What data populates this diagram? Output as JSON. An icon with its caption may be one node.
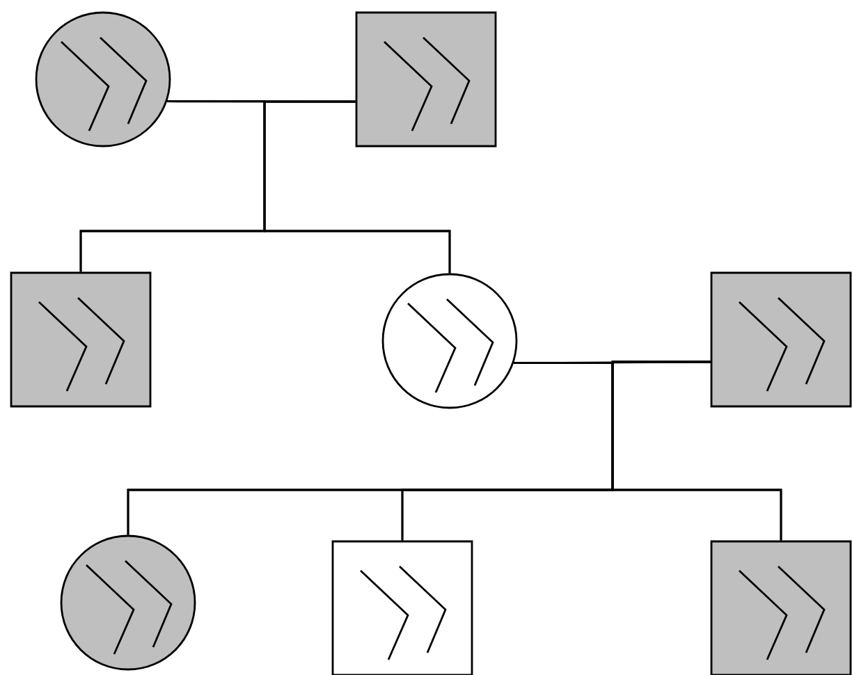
{
  "diagram": {
    "nodes": [
      {
        "text": [],
        "shape": "circle"
      },
      {
        "text": [],
        "shape": "box"
      },
      {
        "text": [],
        "shape": "box"
      },
      {
        "text": [],
        "shape": "circle"
      },
      {
        "text": [],
        "shape": "box"
      },
      {
        "text": [],
        "shape": "circle"
      },
      {
        "text": [],
        "shape": "box"
      },
      {
        "text": [],
        "shape": "box"
      }
    ],
    "edges": [
      {
        "from": 0,
        "to": 1,
        "arrow": "none"
      },
      {
        "from": 0,
        "to": 2,
        "arrow": "none"
      },
      {
        "from": 1,
        "to": 2,
        "arrow": "none"
      },
      {
        "from": 0,
        "to": 3,
        "arrow": "none"
      },
      {
        "from": 1,
        "to": 3,
        "arrow": "none"
      },
      {
        "from": 3,
        "to": 4,
        "arrow": "none"
      },
      {
        "from": 3,
        "to": 5,
        "arrow": "none"
      },
      {
        "from": 4,
        "to": 5,
        "arrow": "none"
      },
      {
        "from": 3,
        "to": 6,
        "arrow": "none"
      },
      {
        "from": 4,
        "to": 6,
        "arrow": "none"
      },
      {
        "from": 3,
        "to": 7,
        "arrow": "none"
      },
      {
        "from": 4,
        "to": 7,
        "arrow": "none"
      }
    ]
  }
}
